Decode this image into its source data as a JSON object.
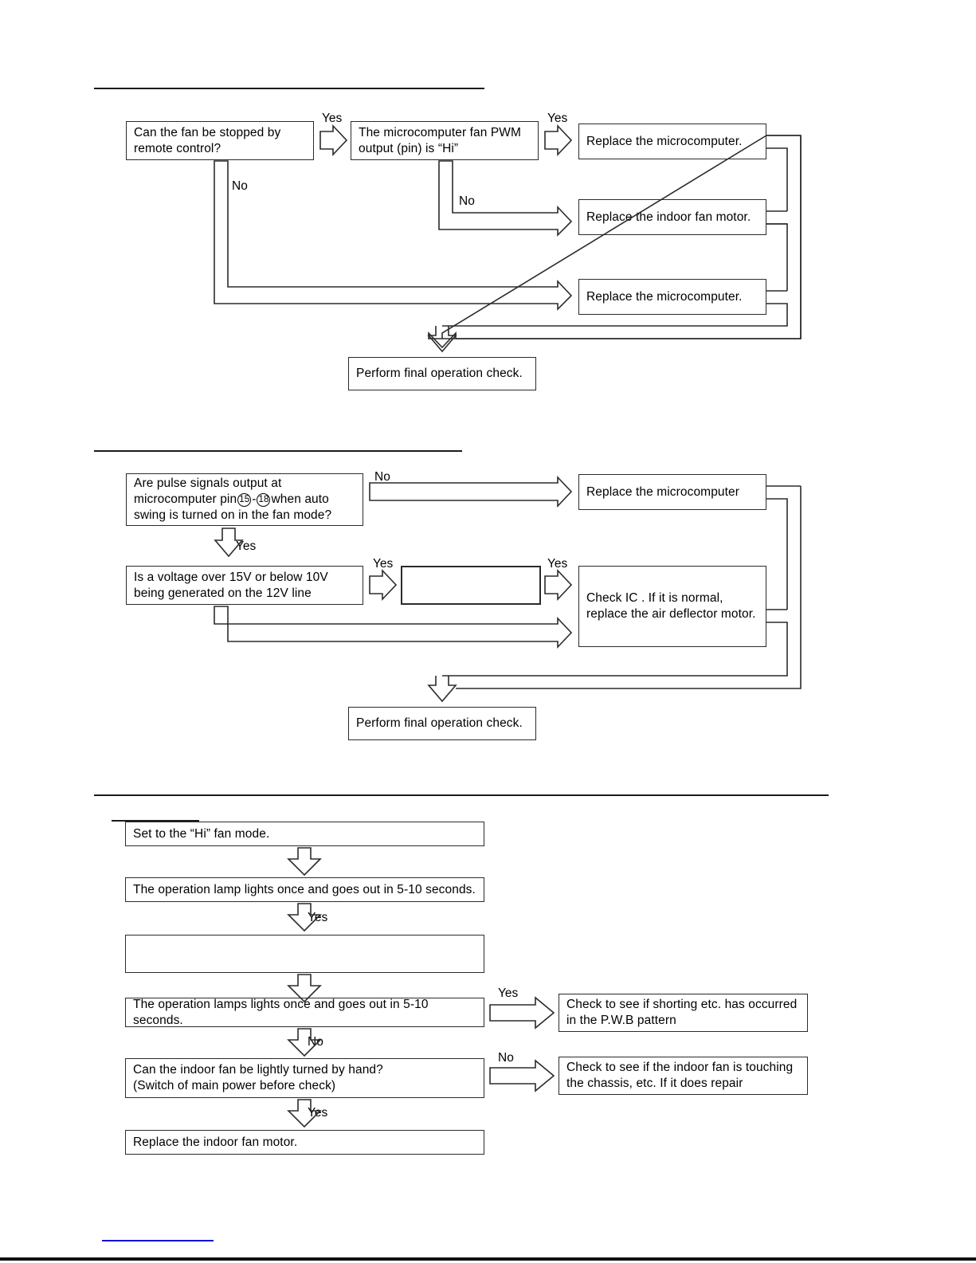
{
  "page": {
    "background": "#ffffff",
    "line_color": "#2b2b2b",
    "link_color": "#1010dd"
  },
  "sections": [
    {
      "id": "fan-stop-check",
      "boxes": {
        "q_remote": "Can the fan be stopped by\nremote control?",
        "q_pwm": "The microcomputer fan PWM\noutput (pin) is “Hi”",
        "a_replace_micro_1": "Replace the microcomputer.",
        "a_replace_fan_motor": "Replace the indoor fan motor.",
        "a_replace_micro_2": "Replace the microcomputer.",
        "a_final_check": "Perform final operation check."
      },
      "labels": {
        "yes_1": "Yes",
        "no_1": "No",
        "yes_2": "Yes",
        "no_2": "No"
      }
    },
    {
      "id": "auto-swing-check",
      "boxes": {
        "q_pulse": "Are pulse signals output at\nmicrocomputer pin ⑮ - ⑱ when auto\nswing is turned on in the fan mode?",
        "q_pulse_line1": "Are pulse signals output at",
        "q_pulse_line2_a": "microcomputer pin",
        "q_pulse_pin_a": "15",
        "q_pulse_dash": "-",
        "q_pulse_pin_b": "18",
        "q_pulse_line2_b": "when auto",
        "q_pulse_line3": "swing is turned on in the fan mode?",
        "q_voltage": "Is a voltage over 15V or below 10V\nbeing generated on the 12V line",
        "empty_box": "",
        "a_replace_micro": "Replace the microcomputer",
        "a_check_ic": "Check IC     . If it is normal,\nreplace the air deflector motor.",
        "a_final_check": "Perform final operation check."
      },
      "labels": {
        "no_1": "No",
        "yes_1": "Yes",
        "yes_2": "Yes",
        "yes_3": "Yes"
      }
    },
    {
      "id": "indoor-fan-check",
      "boxes": {
        "s_hi_fan_mode": "Set to the “Hi” fan mode.",
        "s_lamp_1": "The operation lamp lights once and goes out in 5-10 seconds.",
        "s_empty": "",
        "s_lamp_2": "The operation lamps lights once and goes out in 5-10 seconds.",
        "s_turn_by_hand": "Can the indoor fan be lightly turned by hand?\n(Switch of main power before check)",
        "s_replace_motor": "Replace the indoor fan motor.",
        "a_check_pwb": "Check to see if shorting etc. has occurred\nin the P.W.B pattern",
        "a_check_chassis": "Check to see if the indoor fan is touching\nthe chassis, etc. If it does repair"
      },
      "labels": {
        "yes_1": "Yes",
        "no_1": "No",
        "yes_2": "Yes",
        "yes_3": "Yes",
        "no_2": "No"
      }
    }
  ]
}
